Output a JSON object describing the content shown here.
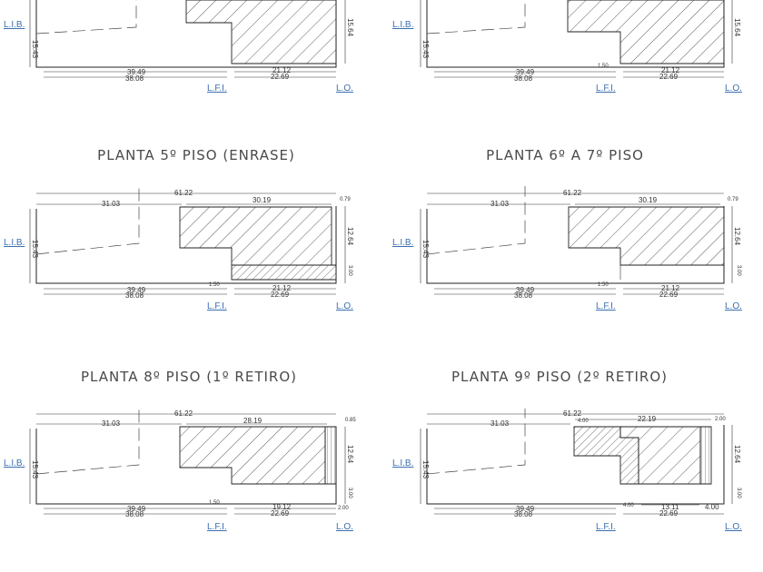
{
  "panels": [
    {
      "title": "",
      "dims": {
        "total_top": "",
        "left_top": "",
        "right_top": "",
        "right_small": "",
        "height_left": "15.43",
        "height_right": "15.64",
        "right_side_small": "",
        "bottom_1": "39.49",
        "bottom_2": "38.08",
        "bottom_r1": "21.12",
        "bottom_r2": "22.69",
        "bottom_small": ""
      },
      "labels": {
        "lib": "L.I.B.",
        "lfi": "L.F.I.",
        "lo": "L.O."
      }
    },
    {
      "title": "",
      "dims": {
        "total_top": "",
        "left_top": "",
        "right_top": "",
        "right_small": "",
        "height_left": "15.43",
        "height_right": "15.64",
        "right_side_small": "",
        "bottom_1": "39.49",
        "bottom_2": "38.08",
        "bottom_r1": "21.12",
        "bottom_r2": "22.69",
        "bottom_small": "1.50"
      },
      "labels": {
        "lib": "L.I.B.",
        "lfi": "L.F.I.",
        "lo": "L.O."
      }
    },
    {
      "title": "PLANTA 5º PISO (ENRASE)",
      "dims": {
        "total_top": "61.22",
        "left_top": "31.03",
        "right_top": "30.19",
        "right_small": "0.79",
        "height_left": "15.43",
        "height_right": "12.64",
        "right_side_small": "3.00",
        "bottom_1": "39.49",
        "bottom_2": "38.08",
        "bottom_r1": "21.12",
        "bottom_r2": "22.69",
        "bottom_small": "1.50"
      },
      "labels": {
        "lib": "L.I.B.",
        "lfi": "L.F.I.",
        "lo": "L.O."
      }
    },
    {
      "title": "PLANTA 6º A 7º PISO",
      "dims": {
        "total_top": "61.22",
        "left_top": "31.03",
        "right_top": "30.19",
        "right_small": "0.79",
        "height_left": "15.43",
        "height_right": "12.64",
        "right_side_small": "3.00",
        "bottom_1": "39.49",
        "bottom_2": "38.08",
        "bottom_r1": "21.12",
        "bottom_r2": "22.69",
        "bottom_small": "1.50"
      },
      "labels": {
        "lib": "L.I.B.",
        "lfi": "L.F.I.",
        "lo": "L.O."
      }
    },
    {
      "title": "PLANTA 8º PISO (1º RETIRO)",
      "dims": {
        "total_top": "61.22",
        "left_top": "31.03",
        "right_top": "28.19",
        "right_small": "0.85",
        "height_left": "15.43",
        "height_right": "12.64",
        "right_side_small": "3.00",
        "bottom_1": "39.49",
        "bottom_2": "38.08",
        "bottom_r1": "19.12",
        "bottom_r2": "22.69",
        "bottom_small": "1.50",
        "bottom_right_extra": "2.00"
      },
      "labels": {
        "lib": "L.I.B.",
        "lfi": "L.F.I.",
        "lo": "L.O."
      }
    },
    {
      "title": "PLANTA 9º PISO (2º RETIRO)",
      "dims": {
        "total_top": "61.22",
        "left_top": "31.03",
        "right_top": "22.19",
        "top_left_small": "4.00",
        "right_small": "2.00",
        "height_left": "15.43",
        "height_right": "12.64",
        "right_side_small": "3.00",
        "bottom_1": "39.49",
        "bottom_2": "38.08",
        "bottom_r1": "13.11",
        "bottom_r2": "22.69",
        "bottom_small": "4.00",
        "bottom_right_extra": "4.00"
      },
      "labels": {
        "lib": "L.I.B.",
        "lfi": "L.F.I.",
        "lo": "L.O."
      }
    }
  ]
}
